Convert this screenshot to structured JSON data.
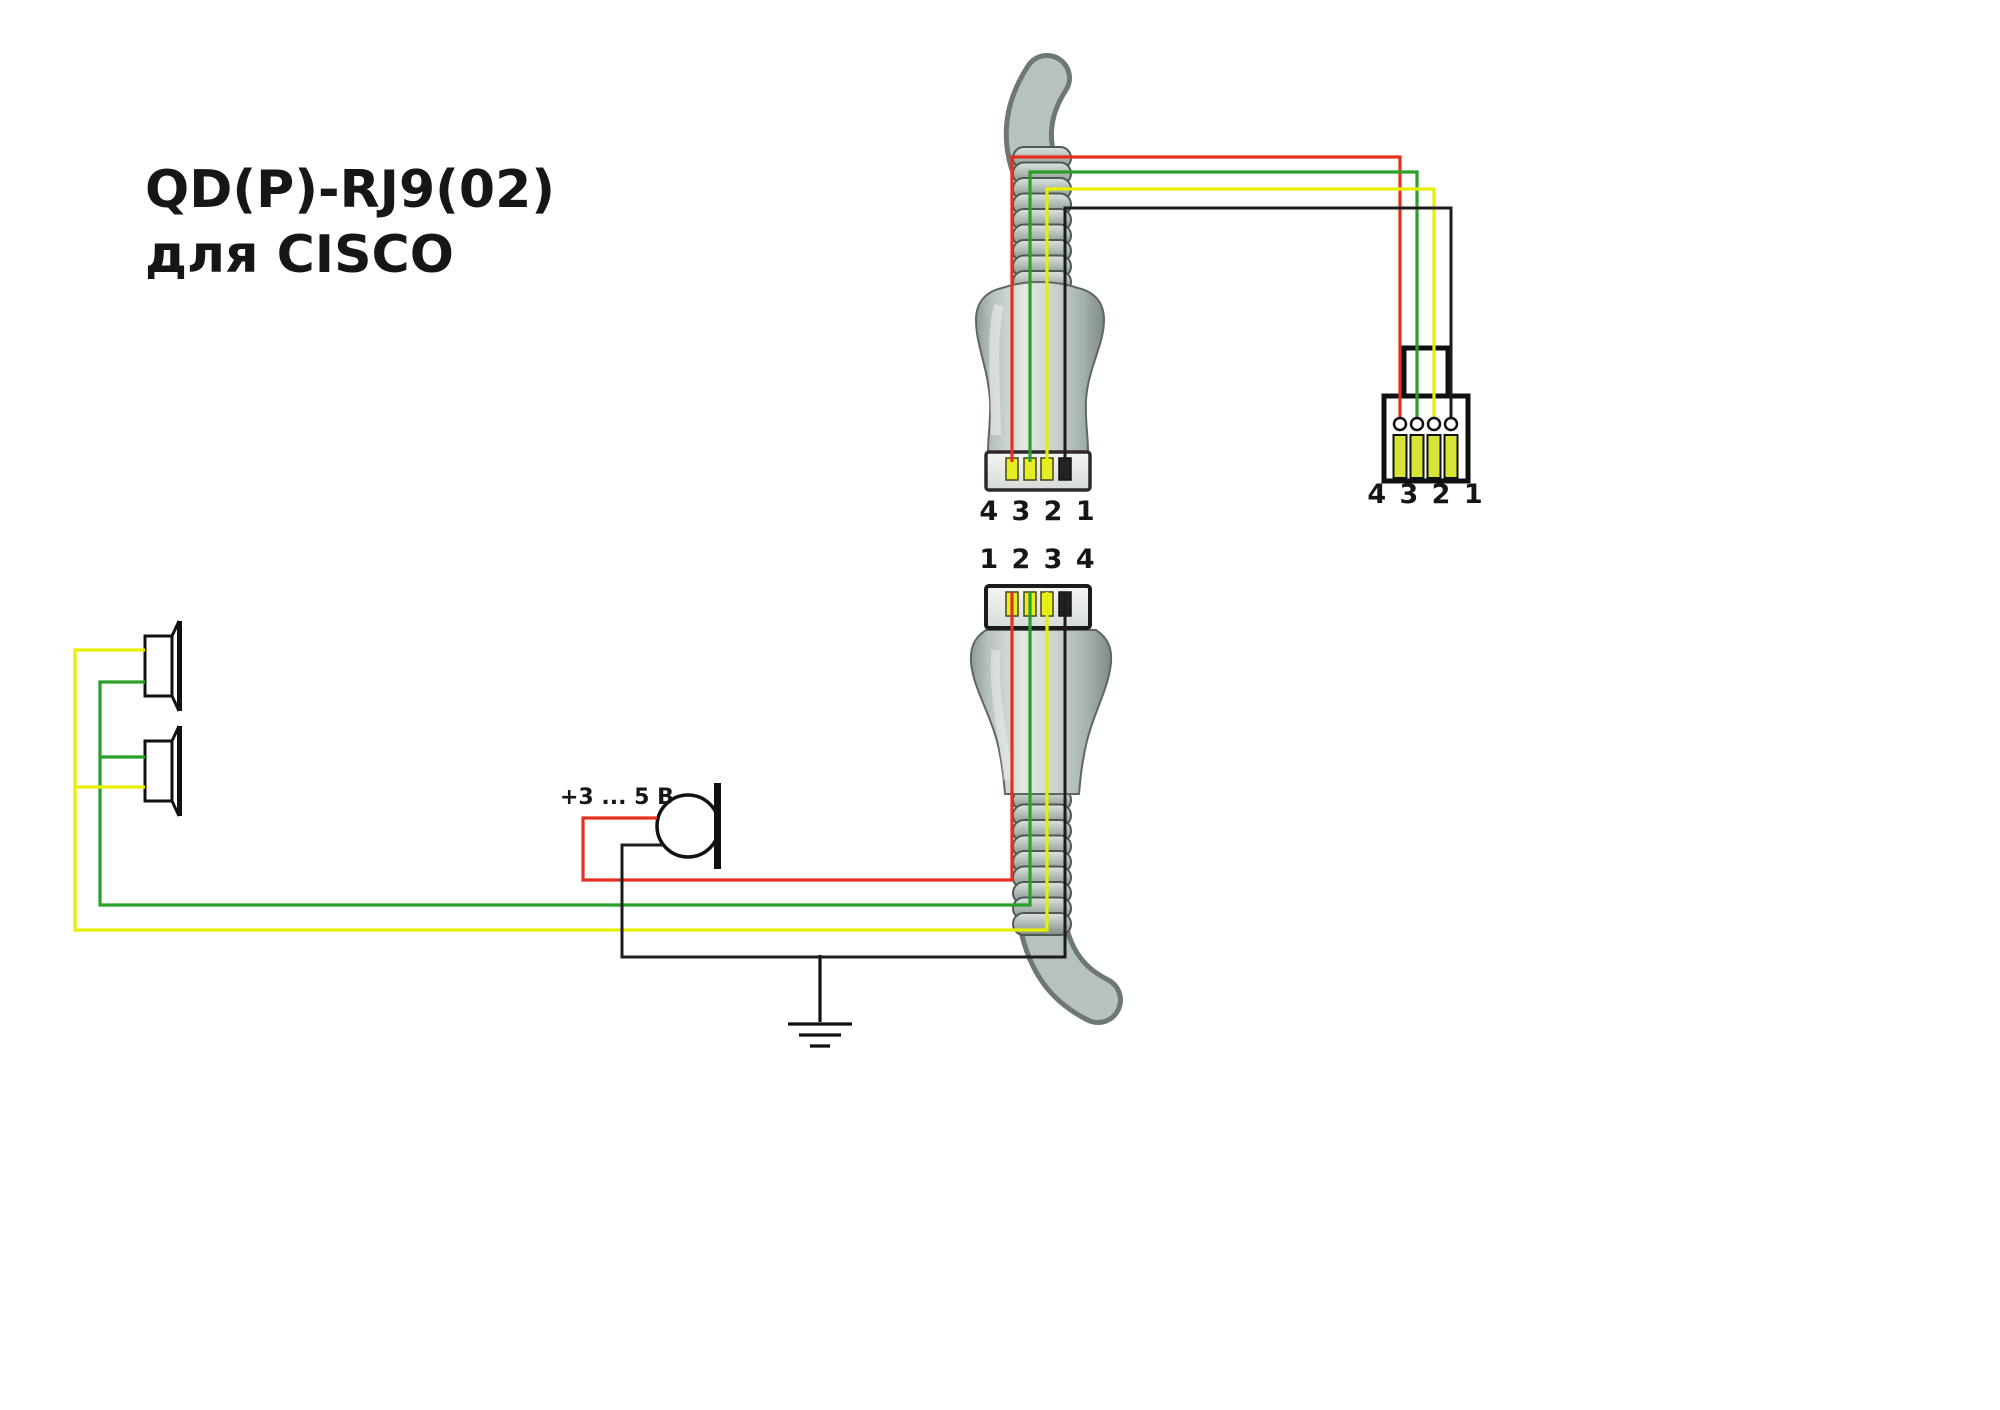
{
  "title": {
    "line1": "QD(P)-RJ9(02)",
    "line2": "для CISCO"
  },
  "labels": {
    "qd_plug_pins": "4 3 2 1",
    "qd_socket_pins": "1 2 3 4",
    "rj9_pins": "4 3 2 1",
    "mic_voltage": "+3 ... 5 В"
  },
  "colors": {
    "red_wire": "#e53020",
    "green_wire": "#2aa02a",
    "yellow_wire": "#e6ef00",
    "black_wire": "#1c1c1c",
    "rj9_contact": "#d7e437",
    "qd_contact": "#e6ee22"
  }
}
